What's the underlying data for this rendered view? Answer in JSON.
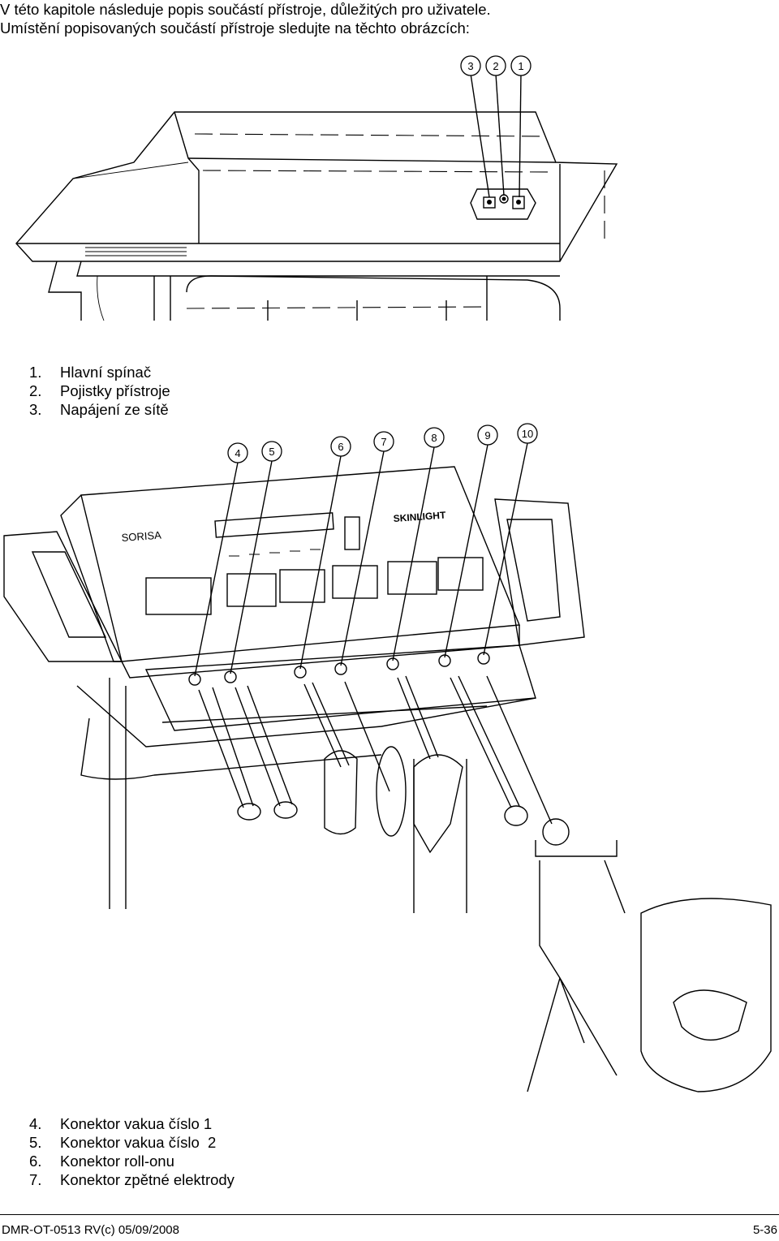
{
  "intro": {
    "line1": "V této kapitole následuje popis součástí přístroje, důležitých pro uživatele.",
    "line2": "Umístění popisovaných součástí přístroje sledujte na těchto obrázcích:"
  },
  "figure1": {
    "callouts": [
      "3",
      "2",
      "1"
    ]
  },
  "list1": [
    {
      "num": "1.",
      "text": "Hlavní spínač"
    },
    {
      "num": "2.",
      "text": "Pojistky přístroje"
    },
    {
      "num": "3.",
      "text": "Napájení ze sítě"
    }
  ],
  "figure2": {
    "callouts": [
      "4",
      "5",
      "6",
      "7",
      "8",
      "9",
      "10"
    ],
    "brand_left": "SORISA",
    "brand_right": "SKINLIGHT"
  },
  "list2": [
    {
      "num": "4.",
      "text": "Konektor vakua číslo 1"
    },
    {
      "num": "5.",
      "text": "Konektor vakua číslo  2"
    },
    {
      "num": "6.",
      "text": "Konektor roll-onu"
    },
    {
      "num": "7.",
      "text": "Konektor zpětné elektrody"
    }
  ],
  "footer": {
    "ref": "DMR-OT-0513 RV(c) 05/09/2008",
    "page": "5-36"
  }
}
